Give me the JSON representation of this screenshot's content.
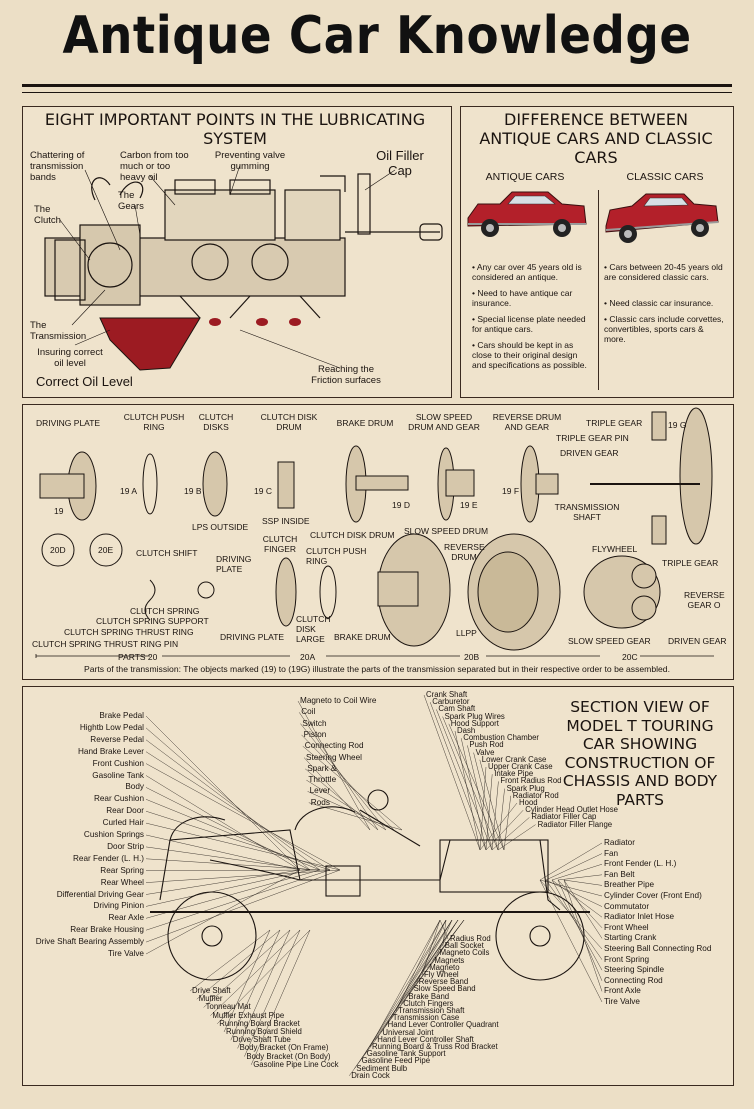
{
  "title": "Antique Car Knowledge",
  "lubrication": {
    "title": "EIGHT IMPORTANT POINTS IN THE LUBRICATING SYSTEM",
    "labels": [
      "Chattering of transmission bands",
      "Carbon from too much or too heavy oil",
      "Preventing valve gumming",
      "Oil Filler Cap",
      "The Gears",
      "The Clutch",
      "The Transmission",
      "Insuring correct oil level",
      "Correct Oil Level",
      "Reaching the Friction surfaces"
    ]
  },
  "difference": {
    "title": "DIFFERENCE BETWEEN ANTIQUE CARS AND CLASSIC CARS",
    "antique_heading": "ANTIQUE CARS",
    "classic_heading": "CLASSIC CARS",
    "antique_points": [
      "Any car over 45 years old is considered an antique.",
      "Need to have antique car insurance.",
      "Special license plate needed for antique cars.",
      "Cars should be kept in as close to their original design and specifications as possible."
    ],
    "classic_points": [
      "Cars between 20-45 years old are considered classic cars.",
      "Need classic car insurance.",
      "Classic cars include corvettes, convertibles, sports cars & more."
    ],
    "colors": {
      "car_red": "#b3202a",
      "chrome": "#9a9a9a"
    }
  },
  "transmission": {
    "labels": {
      "driving_plate": "DRIVING PLATE",
      "clutch_push_ring": "CLUTCH PUSH RING",
      "clutch_disks": "CLUTCH DISKS",
      "clutch_disk_drum": "CLUTCH DISK DRUM",
      "brake_drum": "BRAKE DRUM",
      "slow_speed_drum_gear": "SLOW SPEED DRUM AND GEAR",
      "reverse_drum_gear": "REVERSE DRUM AND GEAR",
      "triple_gear": "TRIPLE GEAR",
      "triple_gear_pin": "TRIPLE GEAR PIN",
      "driven_gear": "DRIVEN GEAR",
      "transmission_shaft": "TRANSMISSION SHAFT",
      "lps_outside": "LPS OUTSIDE",
      "ssp_inside": "SSP INSIDE",
      "n19": "19",
      "n19a": "19 A",
      "n19b": "19 B",
      "n19c": "19 C",
      "n19d": "19 D",
      "n19e": "19 E",
      "n19f": "19 F",
      "n19g": "19 G",
      "clutch_shift": "CLUTCH SHIFT",
      "driving_plate2": "DRIVING PLATE",
      "clutch_finger": "CLUTCH FINGER",
      "clutch_push_ring2": "CLUTCH PUSH RING",
      "clutch_disk_drum2": "CLUTCH DISK DRUM",
      "slow_speed_drum": "SLOW SPEED DRUM",
      "reverse_drum": "REVERSE DRUM",
      "flywheel": "FLYWHEEL",
      "triple_gear2": "TRIPLE GEAR",
      "reverse_gear_o": "REVERSE GEAR O",
      "slow_speed_gear": "SLOW SPEED GEAR",
      "driven_gear2": "DRIVEN GEAR",
      "clutch_spring": "CLUTCH SPRING",
      "clutch_spring_support": "CLUTCH SPRING SUPPORT",
      "clutch_spring_thrust_ring": "CLUTCH SPRING THRUST RING",
      "clutch_spring_thrust_ring_pin": "CLUTCH SPRING THRUST RING PIN",
      "clutch_disk_large": "CLUTCH DISK LARGE",
      "brake_drum2": "BRAKE DRUM",
      "driving_plate3": "DRIVING PLATE",
      "lpp": "LLPP",
      "parts20": "PARTS 20",
      "p20a": "20A",
      "p20b": "20B",
      "p20c": "20C",
      "c20d": "20D",
      "c20e": "20E"
    },
    "caption": "Parts of the transmission: The objects marked (19) to (19G) illustrate the parts of the transmission separated but in their respective order to be assembled."
  },
  "section": {
    "title": "SECTION VIEW OF MODEL T TOURING CAR SHOWING CONSTRUCTION OF CHASSIS AND BODY PARTS",
    "left_labels": [
      "Brake Pedal",
      "Hightb Low Pedal",
      "Reverse Pedal",
      "Hand Brake Lever",
      "Front Cushion",
      "Gasoline Tank",
      "Body",
      "Rear Cushion",
      "Rear Door",
      "Curled Hair",
      "Cushion Springs",
      "Door Strip",
      "Rear Fender (L. H.)",
      "Rear Spring",
      "Rear Wheel",
      "Differential Driving Gear",
      "Driving Pinion",
      "Rear Axle",
      "Rear Brake Housing",
      "Drive Shaft Bearing Assembly",
      "Tire Valve"
    ],
    "top_labels": [
      "Magneto to Coil Wire",
      "Coil",
      "Switch",
      "Piston",
      "Connecting Rod",
      "Steering Wheel",
      "Spark &",
      "Throttle",
      "Lever",
      "Rods"
    ],
    "top_right_labels": [
      "Crank Shaft",
      "Carburetor",
      "Cam Shaft",
      "Spark Plug Wires",
      "Hood Support",
      "Dash",
      "Combustion Chamber",
      "Push Rod",
      "Valve",
      "Lower Crank Case",
      "Upper Crank Case",
      "Intake Pipe",
      "Front Radius Rod",
      "Spark Plug",
      "Radiator Rod",
      "Hood",
      "Cylinder Head Outlet Hose",
      "Radiator Filler Cap",
      "Radiator Filler Flange"
    ],
    "right_labels": [
      "Radiator",
      "Fan",
      "Front Fender (L. H.)",
      "Fan Belt",
      "Breather Pipe",
      "Cylinder Cover (Front End)",
      "Commutator",
      "Radiator Inlet Hose",
      "Front Wheel",
      "Starting Crank",
      "Steering Ball Connecting Rod",
      "Front Spring",
      "Steering Spindle",
      "Connecting Rod",
      "Front Axle",
      "Tire Valve"
    ],
    "bottom_labels": [
      "Drive Shaft",
      "Muffler",
      "Tonneau Mat",
      "Muffler Exhaust Pipe",
      "Running Board Bracket",
      "Running Board Shield",
      "Drive Shaft Tube",
      "Body Bracket (On Frame)",
      "Body Bracket (On Body)",
      "Gasoline Pipe Line Cock"
    ],
    "bottom_right_labels": [
      "Radius Rod",
      "Ball Socket",
      "Magneto Coils",
      "Magnets",
      "Magneto",
      "Fly Wheel",
      "Reverse Band",
      "Slow Speed Band",
      "Brake Band",
      "Clutch Fingers",
      "Transmission Shaft",
      "Transmission Case",
      "Hand Lever Controller Quadrant",
      "Universal Joint",
      "Hand Lever Controller Shaft",
      "Running Board & Truss Rod Bracket",
      "Gasoline Tank Support",
      "Gasoline Feed Pipe",
      "Sediment Bulb",
      "Drain Cock"
    ]
  }
}
